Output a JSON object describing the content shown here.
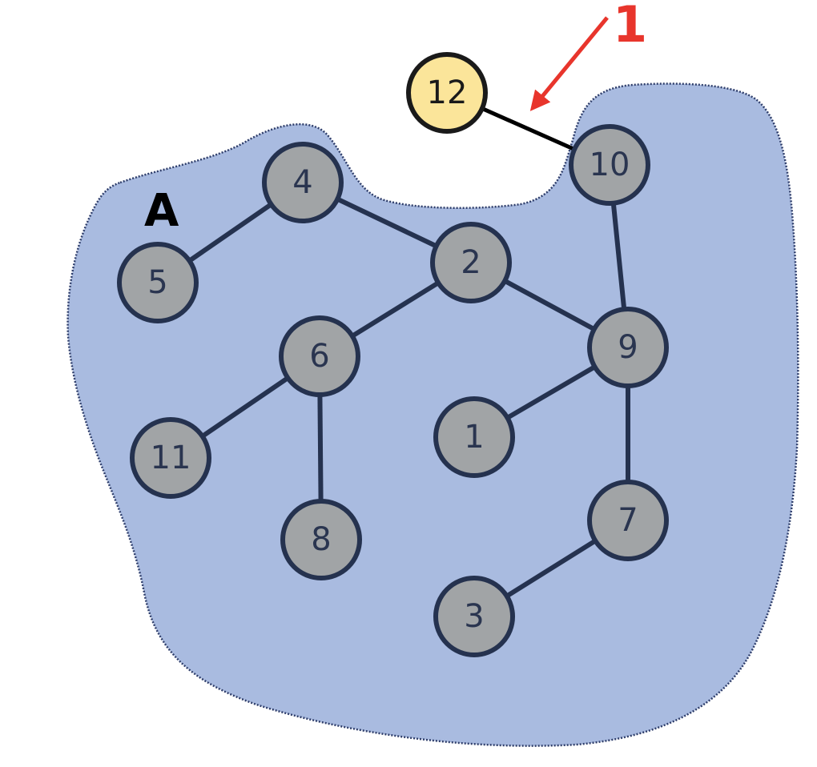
{
  "colors": {
    "region_fill": "#a9bbe0",
    "region_outline": "#2f3e6b",
    "node_fill": "#a1a4a6",
    "node_stroke": "#25324f",
    "node_text": "#2a3550",
    "highlight_fill": "#fbe59a",
    "highlight_stroke": "#1a1a1a",
    "highlight_text": "#1a1a1a",
    "edge_color": "#25324f",
    "highlight_edge_color": "#000000",
    "callout_color": "#e8352c"
  },
  "region": {
    "label": "A"
  },
  "nodes": [
    {
      "id": "1",
      "label": "1"
    },
    {
      "id": "2",
      "label": "2"
    },
    {
      "id": "3",
      "label": "3"
    },
    {
      "id": "4",
      "label": "4"
    },
    {
      "id": "5",
      "label": "5"
    },
    {
      "id": "6",
      "label": "6"
    },
    {
      "id": "7",
      "label": "7"
    },
    {
      "id": "8",
      "label": "8"
    },
    {
      "id": "9",
      "label": "9"
    },
    {
      "id": "10",
      "label": "10"
    },
    {
      "id": "11",
      "label": "11"
    },
    {
      "id": "12",
      "label": "12",
      "highlighted": true
    }
  ],
  "edges": [
    {
      "from": "4",
      "to": "5"
    },
    {
      "from": "4",
      "to": "2"
    },
    {
      "from": "2",
      "to": "6"
    },
    {
      "from": "2",
      "to": "9"
    },
    {
      "from": "6",
      "to": "11"
    },
    {
      "from": "6",
      "to": "8"
    },
    {
      "from": "10",
      "to": "9"
    },
    {
      "from": "9",
      "to": "1"
    },
    {
      "from": "9",
      "to": "7"
    },
    {
      "from": "7",
      "to": "3"
    },
    {
      "from": "12",
      "to": "10",
      "highlighted": true
    }
  ],
  "callout": {
    "label": "1"
  }
}
